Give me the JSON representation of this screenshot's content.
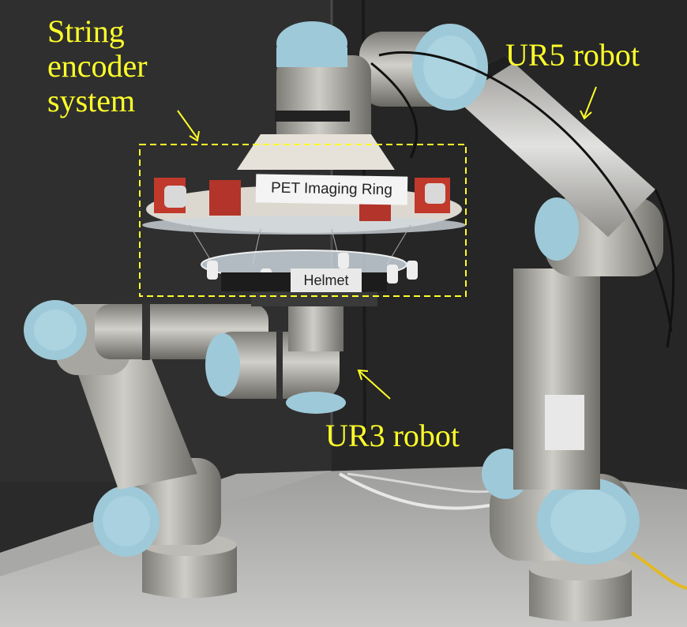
{
  "annotations": {
    "string_encoder": [
      "String",
      "encoder",
      "system"
    ],
    "ur5": "UR5 robot",
    "ur3": "UR3 robot"
  },
  "tags": {
    "pet_ring": "PET Imaging Ring",
    "helmet": "Helmet"
  },
  "colors": {
    "annotation": "#ffff2a",
    "robot_cap": "#9ec9d8",
    "robot_body": "#a8a6a0",
    "background_panel": "#2b2b2b",
    "floor": "#b9b9b7"
  }
}
